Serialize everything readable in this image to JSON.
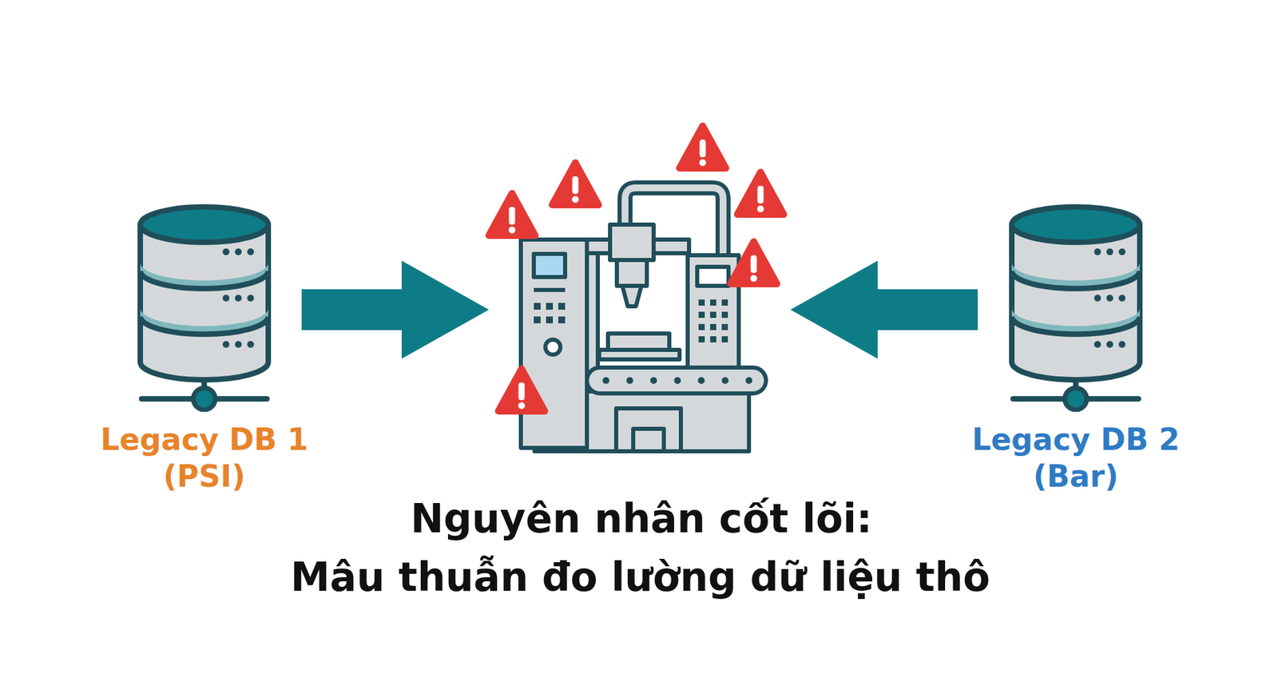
{
  "diagram": {
    "title": "Nguyên nhân cốt lõi:",
    "caption": "Mâu thuẫn đo lường dữ liệu thô",
    "nodes": [
      {
        "text": [
          "Legacy DB 1 (PSI)"
        ]
      },
      {
        "text": [
          "Legacy DB 2 (Bar)"
        ]
      }
    ]
  }
}
